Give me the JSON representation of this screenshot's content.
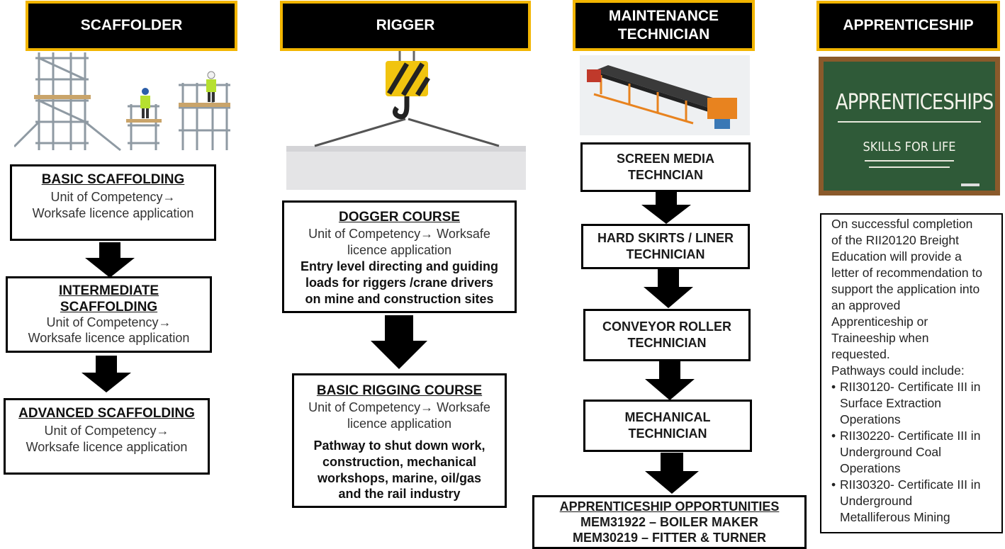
{
  "headers": {
    "scaffolder": "SCAFFOLDER",
    "rigger": "RIGGER",
    "maintenance_line1": "MAINTENANCE",
    "maintenance_line2": "TECHNICIAN",
    "apprenticeship": "APPRENTICESHIP"
  },
  "scaffolder": {
    "boxes": [
      {
        "title": "BASIC SCAFFOLDING",
        "line1": "Unit of Competency→",
        "line2": "Worksafe licence application"
      },
      {
        "title_line1": "INTERMEDIATE",
        "title_line2": "SCAFFOLDING",
        "line1": "Unit of Competency→",
        "line2": "Worksafe licence application"
      },
      {
        "title": "ADVANCED SCAFFOLDING",
        "line1": "Unit of Competency→",
        "line2": "Worksafe licence application"
      }
    ]
  },
  "rigger": {
    "boxes": [
      {
        "title": "DOGGER COURSE",
        "line1": "Unit of Competency→ Worksafe",
        "line2": "licence application",
        "bold1": "Entry level directing and guiding",
        "bold2": "loads for riggers /crane drivers",
        "bold3": "on mine and construction sites"
      },
      {
        "title": "BASIC RIGGING COURSE",
        "line1": "Unit of Competency→ Worksafe",
        "line2": "licence application",
        "bold1": "Pathway to shut down work,",
        "bold2": "construction, mechanical",
        "bold3": "workshops, marine, oil/gas",
        "bold4": "and the rail industry"
      }
    ]
  },
  "maintenance": {
    "steps": [
      {
        "line1": "SCREEN MEDIA",
        "line2": "TECHNCIAN"
      },
      {
        "line1": "HARD SKIRTS / LINER",
        "line2": "TECHNICIAN"
      },
      {
        "line1": "CONVEYOR ROLLER",
        "line2": "TECHNICIAN"
      },
      {
        "line1": "MECHANICAL",
        "line2": "TECHNICIAN"
      }
    ],
    "final": {
      "title": "APPRENTICESHIP OPPORTUNITIES",
      "line1": "MEM31922 – BOILER MAKER",
      "line2": "MEM30219 – FITTER & TURNER"
    }
  },
  "apprenticeship": {
    "board_line1": "APPRENTICESHIPS",
    "board_line2": "SKILLS FOR LIFE",
    "intro_lines": [
      "On successful completion",
      "of the RII20120 Breight",
      "Education will provide a",
      "letter of recommendation to",
      "support the application into",
      "an approved",
      "Apprenticeship or",
      "Traineeship when",
      "requested.",
      "Pathways could include:"
    ],
    "pathways": [
      {
        "line1": "RII30120- Certificate III in",
        "line2": "Surface Extraction",
        "line3": "Operations"
      },
      {
        "line1": "RII30220- Certificate III in",
        "line2": "Underground Coal",
        "line3": "Operations"
      },
      {
        "line1": "RII30320- Certificate III in",
        "line2": "Underground",
        "line3": "Metalliferous Mining"
      }
    ]
  },
  "colors": {
    "header_bg": "#000000",
    "header_border": "#f2b500",
    "board_green": "#2f5a38",
    "board_frame": "#8a5a2b"
  }
}
